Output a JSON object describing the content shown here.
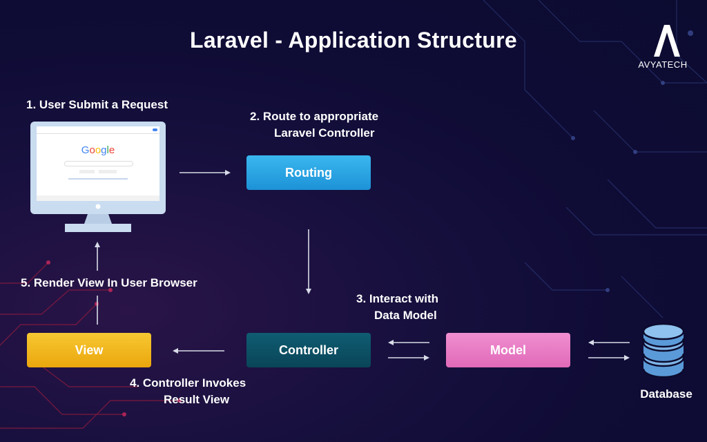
{
  "title": "Laravel - Application Structure",
  "logo": {
    "text": "AVYATECH"
  },
  "steps": {
    "step1": "1. User Submit a Request",
    "step2_line1": "2. Route to appropriate",
    "step2_line2": "Laravel Controller",
    "step3_line1": "3. Interact with",
    "step3_line2": "Data Model",
    "step4_line1": "4. Controller Invokes",
    "step4_line2": "Result View",
    "step5": "5. Render View In User Browser"
  },
  "nodes": {
    "routing": "Routing",
    "controller": "Controller",
    "model": "Model",
    "view": "View",
    "database": "Database"
  },
  "browser": {
    "brand": "Google",
    "brand_colors": [
      "#4285F4",
      "#EA4335",
      "#FBBC05",
      "#4285F4",
      "#34A853",
      "#EA4335"
    ]
  },
  "colors": {
    "routing": "#2aa6e6",
    "controller": "#0d5166",
    "model": "#e87cc4",
    "view": "#f2b820"
  }
}
